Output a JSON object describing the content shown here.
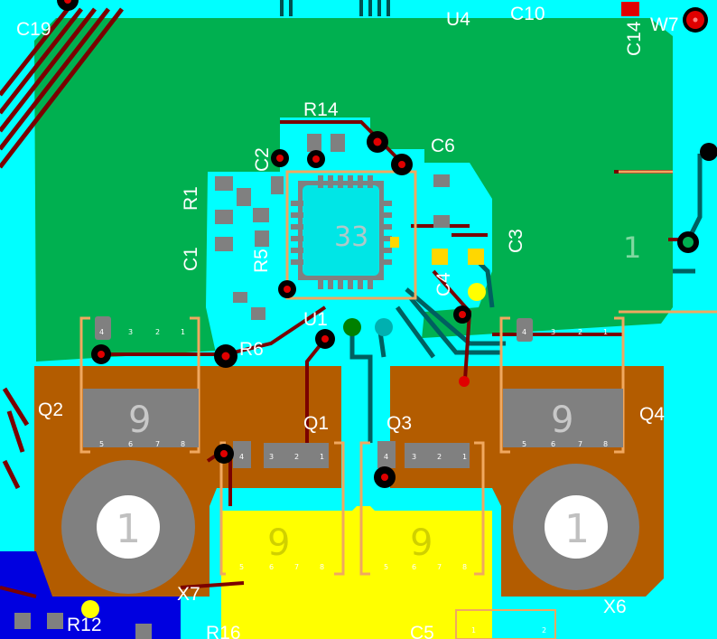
{
  "board": {
    "designators": {
      "c19": "C19",
      "u4": "U4",
      "c10": "C10",
      "c14": "C14",
      "w7": "W7",
      "r14": "R14",
      "c2": "C2",
      "c6": "C6",
      "r1": "R1",
      "c1": "C1",
      "r5": "R5",
      "c3": "C3",
      "c4": "C4",
      "u1": "U1",
      "r6": "R6",
      "q2": "Q2",
      "q1": "Q1",
      "q3": "Q3",
      "q4": "Q4",
      "x7": "X7",
      "x6": "X6",
      "r12": "R12",
      "r16": "R16",
      "c5": "C5"
    },
    "net_labels": {
      "u1_center": "33",
      "q2_tab": "9",
      "q4_tab": "9",
      "q1_tab": "9",
      "q3_tab": "9",
      "x7_pad": "1",
      "x6_pad": "1",
      "edge_pad": "1"
    },
    "pin_numbers": {
      "q2_top": [
        "4",
        "3",
        "2",
        "1"
      ],
      "q2_bottom": [
        "5",
        "6",
        "7",
        "8"
      ],
      "q4_top": [
        "4",
        "3",
        "2",
        "1"
      ],
      "q4_bottom": [
        "5",
        "6",
        "7",
        "8"
      ],
      "q1_top": [
        "4",
        "3",
        "2",
        "1"
      ],
      "q1_bottom": [
        "5",
        "6",
        "7",
        "8"
      ],
      "q3_top": [
        "4",
        "3",
        "2",
        "1"
      ],
      "q3_bottom": [
        "5",
        "6",
        "7",
        "8"
      ],
      "c5_pads": [
        "1",
        "2"
      ]
    },
    "colors": {
      "background": "#00ffff",
      "ground_plane": "#00b050",
      "copper_bottom": "#b35c00",
      "copper_yellow": "#ffff00",
      "trace_top": "#7a0000",
      "trace_bottom": "#006060",
      "silkscreen": "#f0a860",
      "pad": "#808080",
      "via_ring": "#000000",
      "via_hole": "#e00000"
    }
  }
}
